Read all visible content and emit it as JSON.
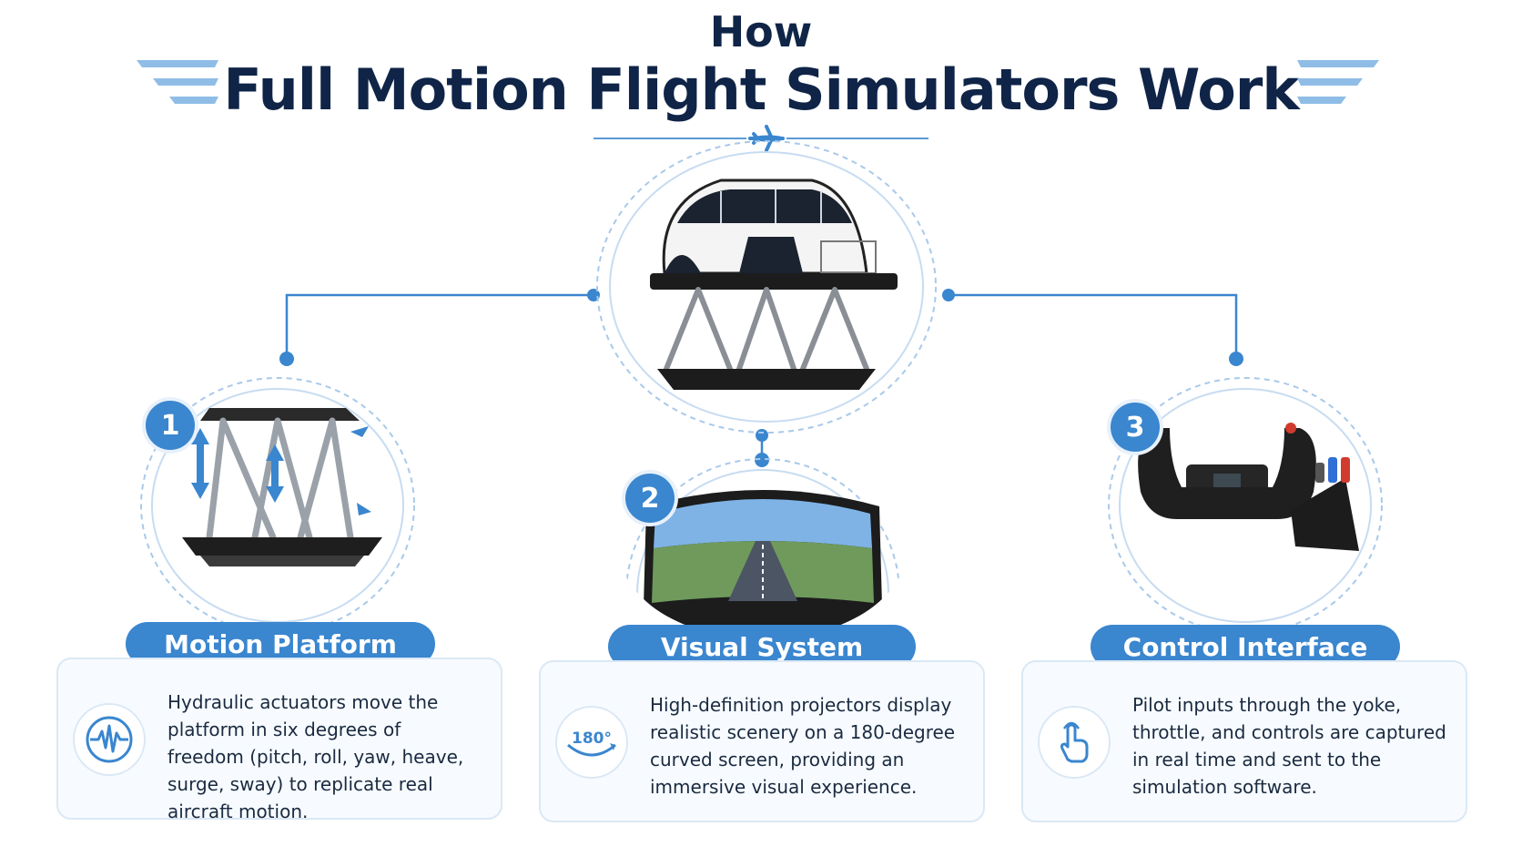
{
  "title": {
    "line1": "How",
    "line2": "Full Motion Flight Simulators Work"
  },
  "colors": {
    "accent": "#3a86cf",
    "dark_text": "#0f2447",
    "line": "#5b9bd5",
    "card_bg": "#f7fbff"
  },
  "center_image": {
    "icon": "simulator-capsule-icon"
  },
  "components": [
    {
      "number": "1",
      "label": "Motion Platform",
      "image_icon": "hexapod-platform-icon",
      "icon": "waveform-icon",
      "description": "Hydraulic actuators move the platform in six degrees of freedom (pitch, roll, yaw, heave, surge, sway) to replicate real aircraft motion."
    },
    {
      "number": "2",
      "label": "Visual System",
      "image_icon": "curved-screen-runway-icon",
      "icon": "view-180-icon",
      "icon_text": "180°",
      "description": "High-definition projectors display realistic scenery on a 180-degree curved screen, providing an immersive visual experience."
    },
    {
      "number": "3",
      "label": "Control Interface",
      "image_icon": "yoke-throttle-icon",
      "icon": "touch-hand-icon",
      "description": "Pilot inputs through the yoke, throttle, and controls are captured in real time and sent to the simulation software."
    }
  ]
}
